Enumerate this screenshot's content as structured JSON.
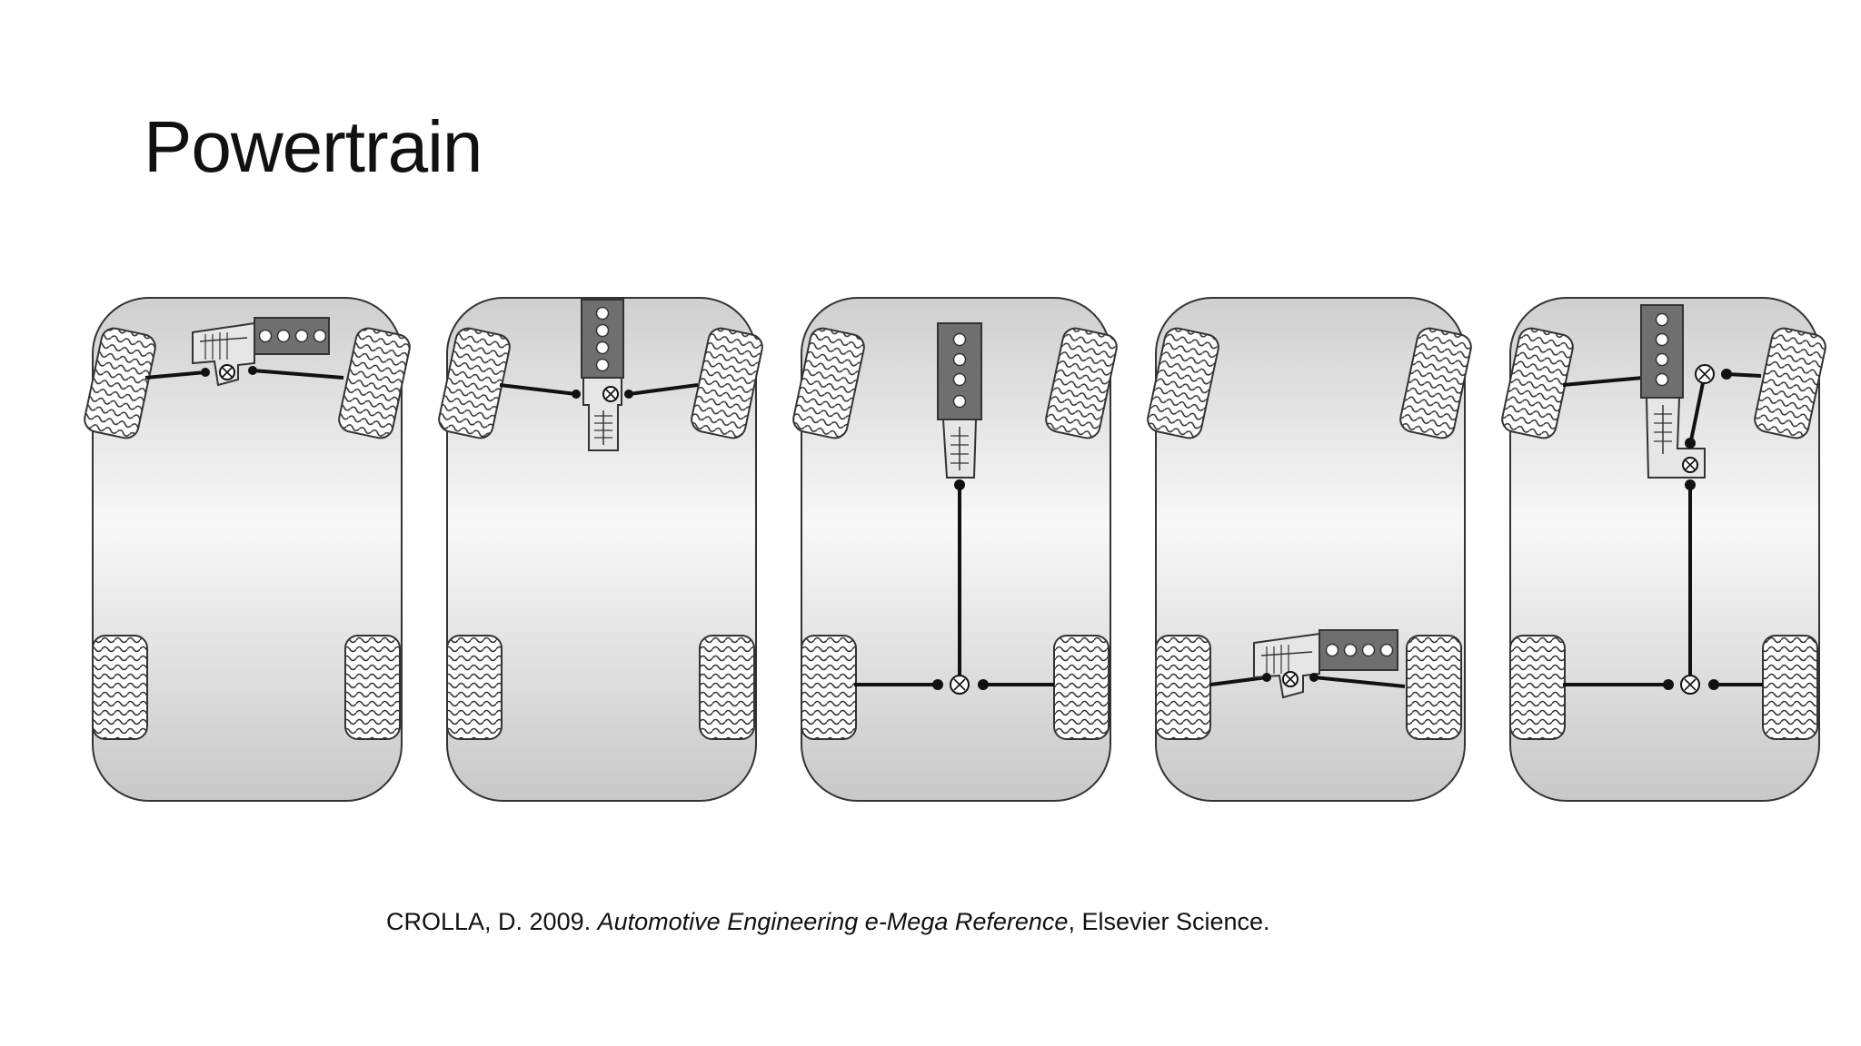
{
  "slide": {
    "title": "Powertrain"
  },
  "citation": {
    "authors_year": "CROLLA, D. 2009. ",
    "work_title": "Automotive Engineering e-Mega Reference",
    "publisher": ", Elsevier Science."
  },
  "diagram": {
    "layouts": [
      {
        "engine": "front-transverse",
        "driven_axles": [
          "front"
        ]
      },
      {
        "engine": "front-longitudinal",
        "driven_axles": [
          "front"
        ]
      },
      {
        "engine": "front-longitudinal",
        "driven_axles": [
          "rear"
        ]
      },
      {
        "engine": "rear-transverse",
        "driven_axles": [
          "rear"
        ]
      },
      {
        "engine": "front-longitudinal",
        "driven_axles": [
          "front",
          "rear"
        ]
      }
    ],
    "colors": {
      "body_edge": "#cfcfcf",
      "body_mid": "#f7f7f7",
      "outline": "#333333",
      "engine_block": "#6f6f6f",
      "shaft": "#111111"
    }
  }
}
